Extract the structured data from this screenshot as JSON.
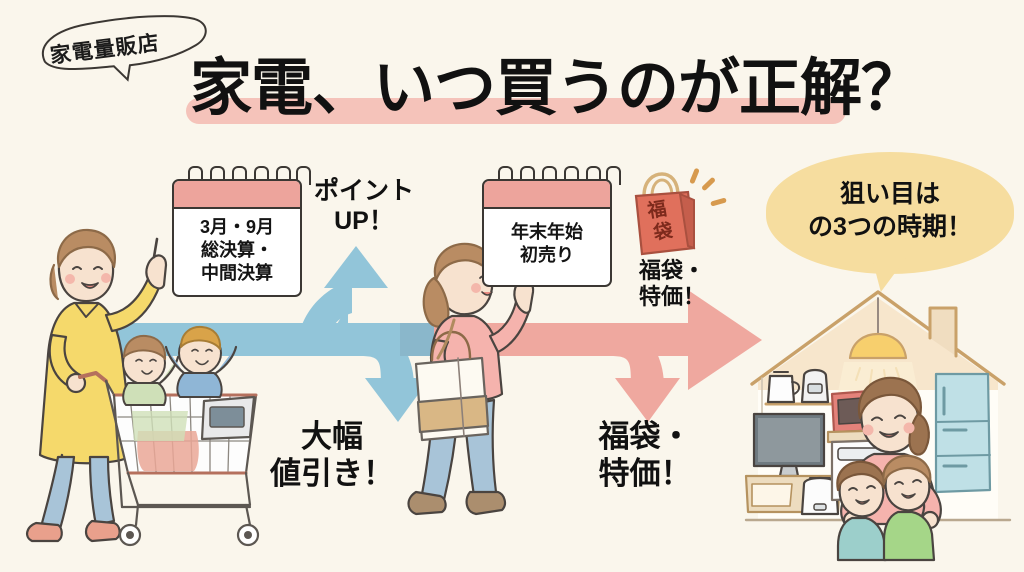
{
  "background_color": "#faf6ec",
  "header": {
    "tag_label": "家電量販店",
    "title": "家電、いつ買うのが正解？",
    "title_highlight_color": "#f5c3ba"
  },
  "calendars": [
    {
      "name": "calendar-march-september",
      "header_color": "#eda49c",
      "ring_count": 6,
      "lines": [
        "3月・9月",
        "総決算・",
        "中間決算"
      ]
    },
    {
      "name": "calendar-year-end-new-year",
      "header_color": "#eda49c",
      "ring_count": 6,
      "lines": [
        "年末年始",
        "初売り"
      ]
    }
  ],
  "callouts": {
    "point_up": "ポイント\nUP！",
    "point_up_line1": "ポイント",
    "point_up_line2": "UP！",
    "big_discount_line1": "大幅",
    "big_discount_line2": "値引き！",
    "fukubukuro_top_line1": "福袋・",
    "fukubukuro_top_line2": "特価！",
    "fukubukuro_bottom_line1": "福袋・",
    "fukubukuro_bottom_line2": "特価！"
  },
  "fukubukuro_bag": {
    "label_line1": "福",
    "label_line2": "袋",
    "bag_color": "#e0705c",
    "handle_color": "#d6b27a"
  },
  "speech_bubble": {
    "line1": "狙い目は",
    "line2": "の3つの時期！",
    "fill_color": "#f6dd9f"
  },
  "arrows": {
    "blue_color": "#92c5d9",
    "pink_color": "#efa89f"
  },
  "illustrations": {
    "left": "woman-with-shopping-cart-and-babies",
    "middle": "woman-walking-with-shopping-bag",
    "right": "family-in-home-with-appliances"
  }
}
